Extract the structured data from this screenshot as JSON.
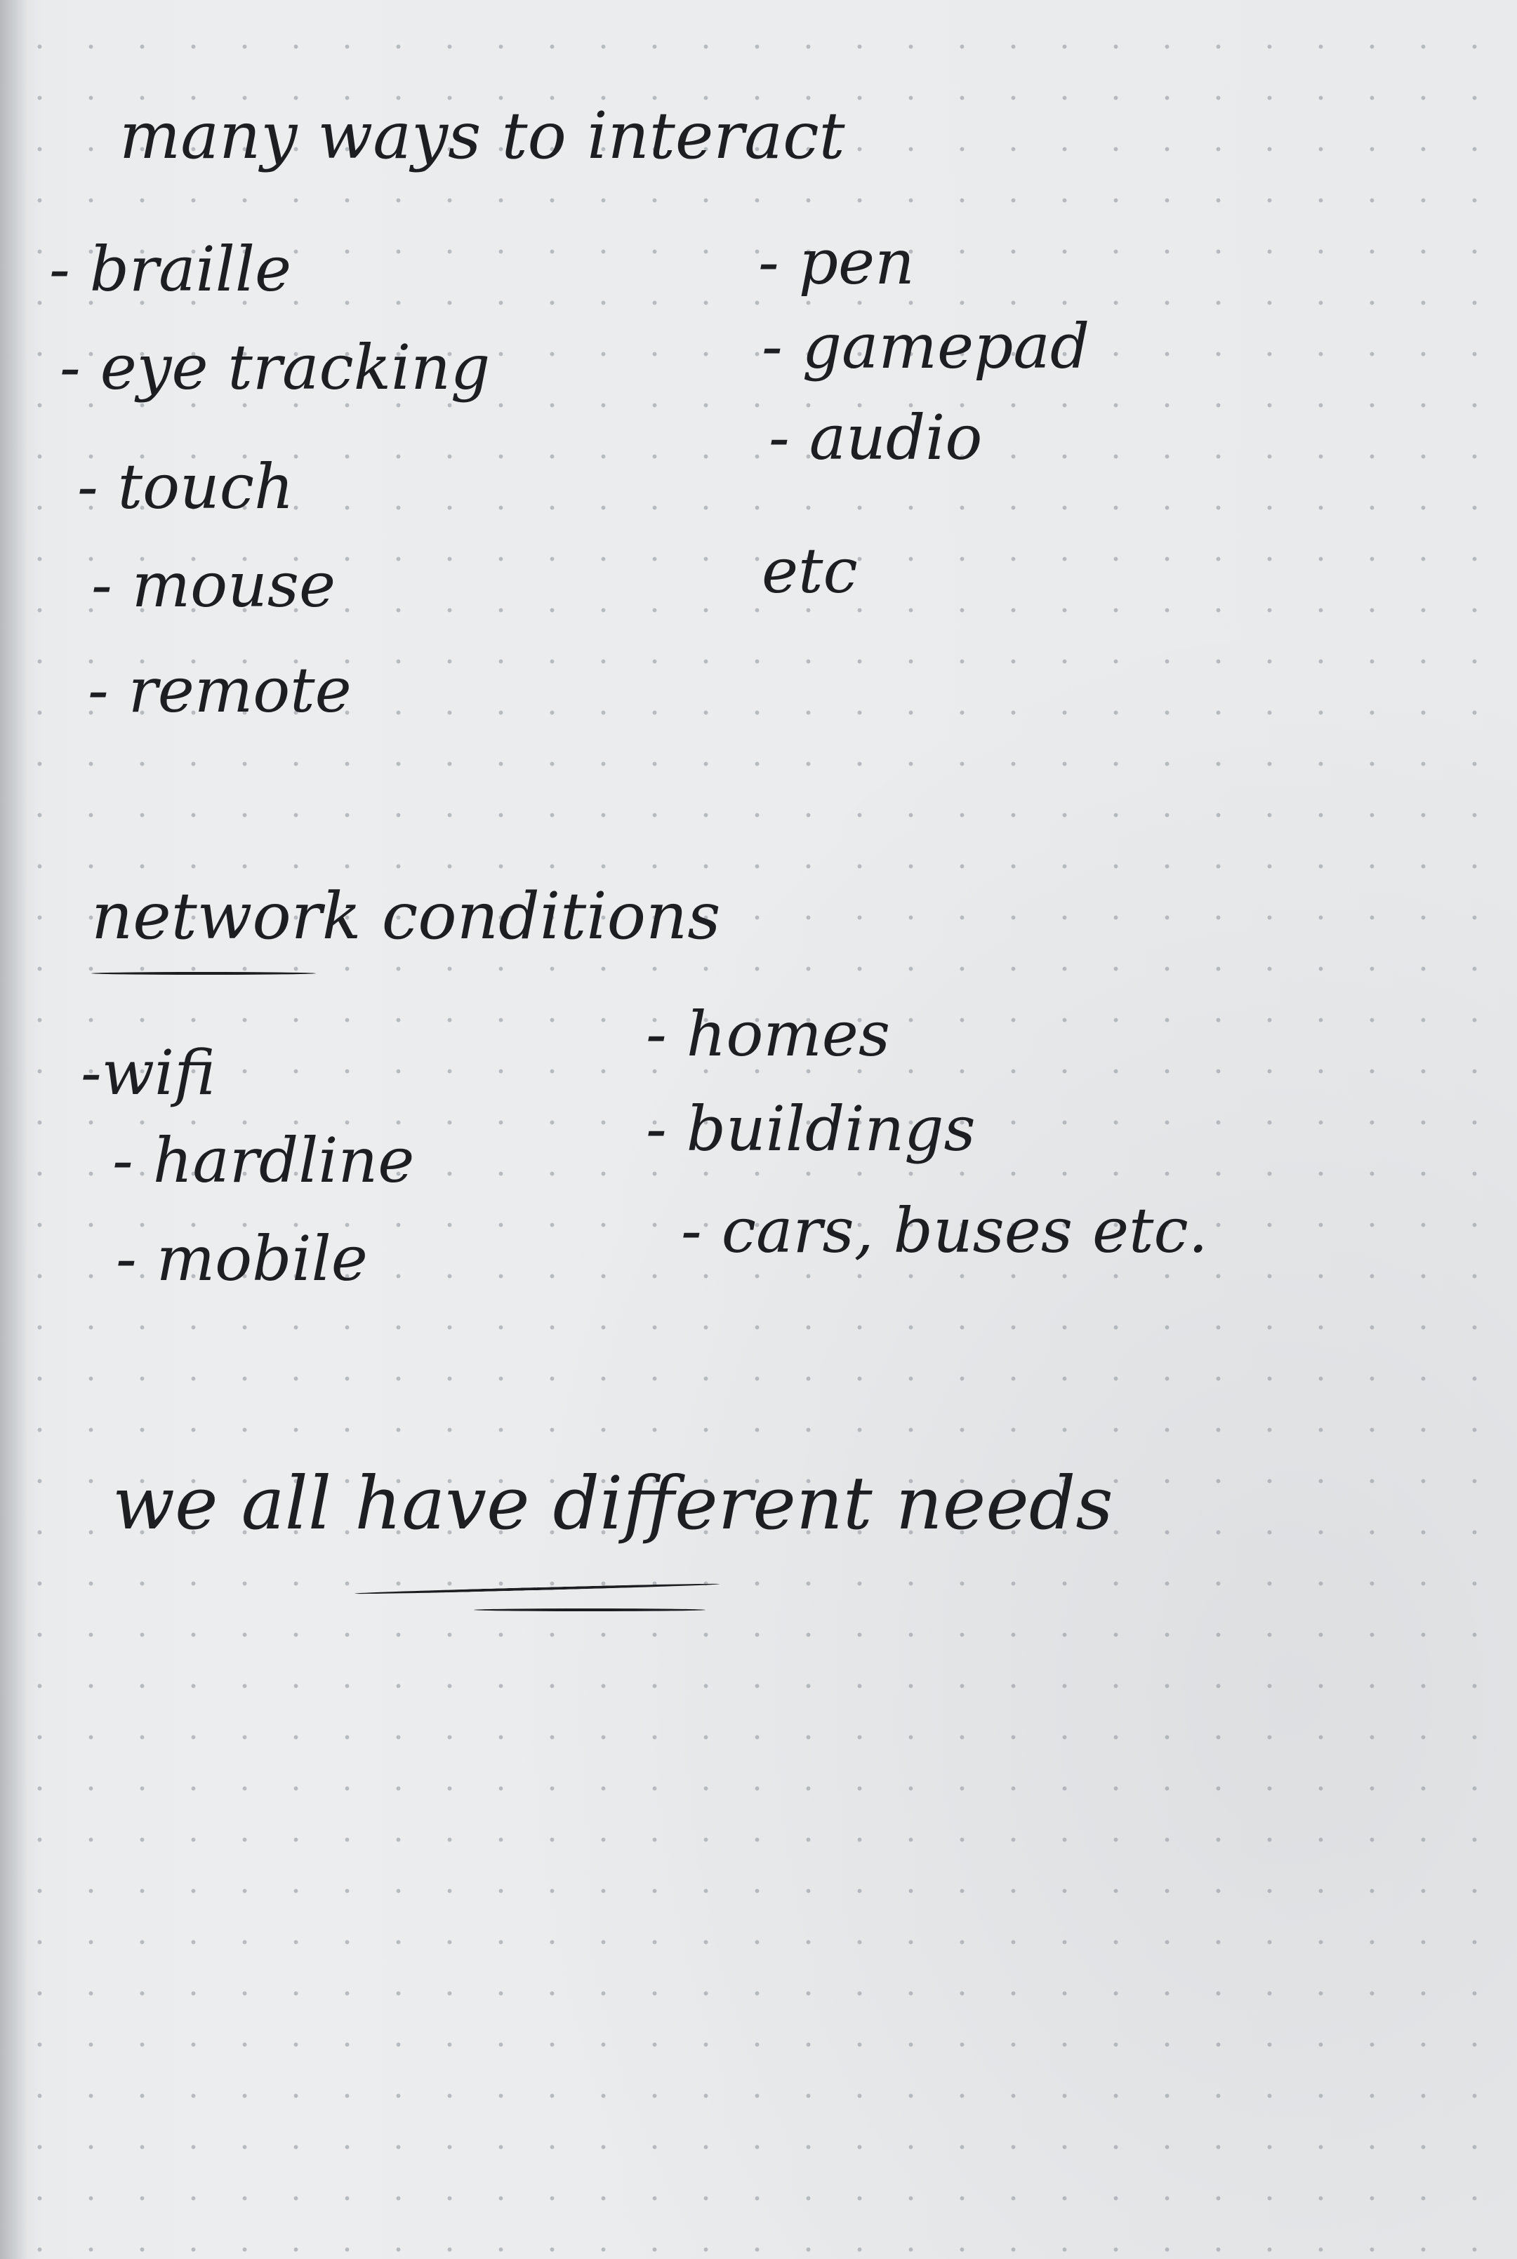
{
  "section_interaction": {
    "heading": "many ways to interact",
    "left_items": [
      "- braille",
      "- eye tracking",
      "- touch",
      "- mouse",
      "- remote"
    ],
    "right_items": [
      "- pen",
      "- gamepad",
      "- audio"
    ],
    "extra": "etc"
  },
  "section_network": {
    "heading": "network conditions",
    "left_items": [
      "-wifi",
      "- hardline",
      "- mobile"
    ],
    "right_items": [
      "- homes",
      "- buildings",
      "- cars, buses etc."
    ]
  },
  "closing": {
    "statement": "we all have different needs"
  },
  "colors": {
    "ink": "#1d1e22",
    "paper": "#e9ebed",
    "dot_grid": "#9aa0a6"
  }
}
